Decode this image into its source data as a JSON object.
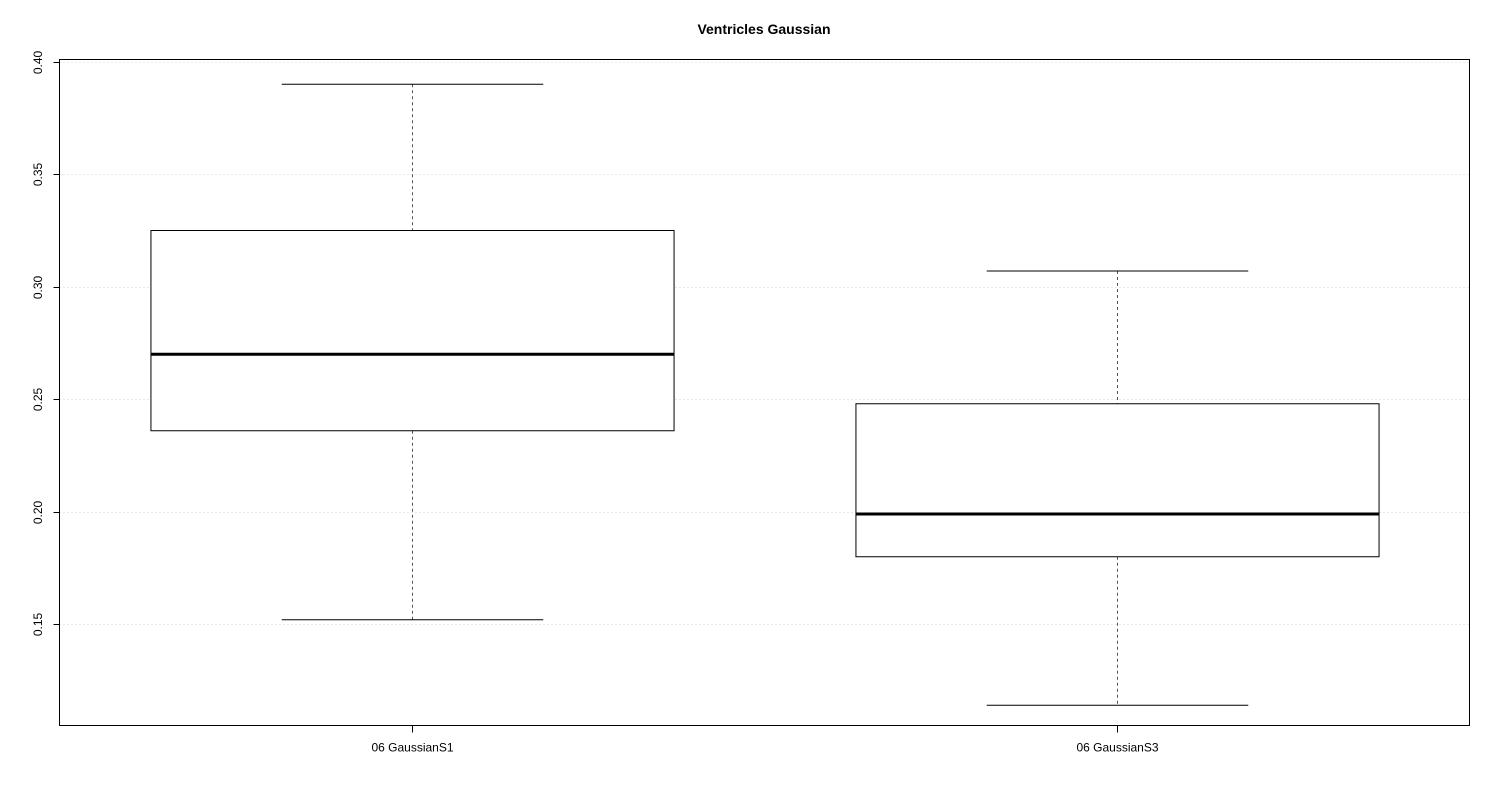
{
  "chart_data": {
    "type": "box",
    "title": "Ventricles Gaussian",
    "xlabel": "",
    "ylabel": "",
    "categories": [
      "06 GaussianS1",
      "06 GaussianS3"
    ],
    "boxes": [
      {
        "category": "06 GaussianS1",
        "whisker_low": 0.152,
        "q1": 0.236,
        "median": 0.27,
        "q3": 0.325,
        "whisker_high": 0.39
      },
      {
        "category": "06 GaussianS3",
        "whisker_low": 0.114,
        "q1": 0.18,
        "median": 0.199,
        "q3": 0.248,
        "whisker_high": 0.307
      }
    ],
    "yticks": [
      "0.15",
      "0.20",
      "0.25",
      "0.30",
      "0.35",
      "0.40"
    ],
    "ylim": [
      0.105,
      0.401
    ],
    "grid": "horizontal dotted",
    "colors": {
      "box_fill": "#ffffff",
      "stroke": "#000000",
      "grid": "#d3d3d3",
      "whisker": "#555555"
    }
  }
}
